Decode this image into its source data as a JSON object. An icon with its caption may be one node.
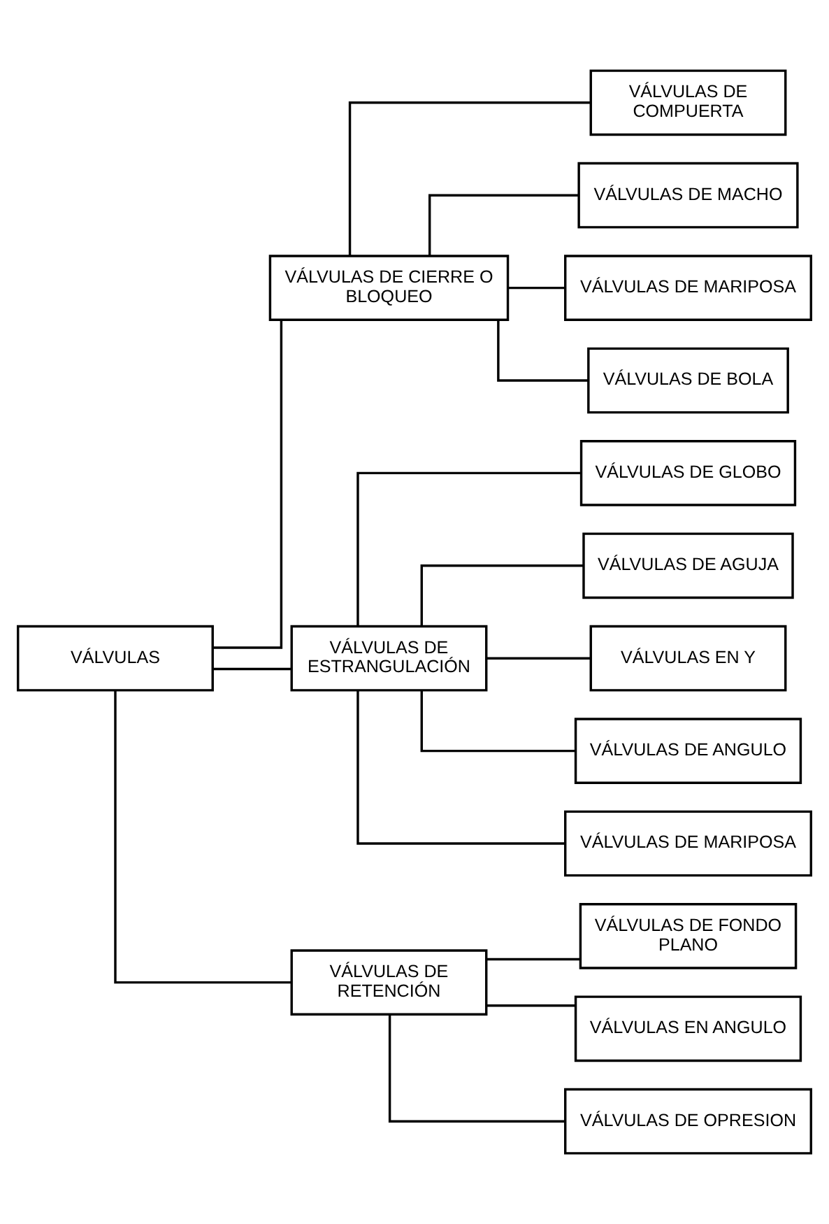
{
  "diagram": {
    "nodes": [
      {
        "text": [
          "VÁLVULAS"
        ]
      },
      {
        "text": [
          "VÁLVULAS DE CIERRE O BLOQUEO"
        ]
      },
      {
        "text": [
          "VÁLVULAS DE COMPUERTA"
        ]
      },
      {
        "text": [
          "VÁLVULAS DE MACHO"
        ]
      },
      {
        "text": [
          "VÁLVULAS DE MARIPOSA"
        ]
      },
      {
        "text": [
          "VÁLVULAS DE BOLA"
        ]
      },
      {
        "text": [
          "VÁLVULAS DE ESTRANGULACIÓN"
        ]
      },
      {
        "text": [
          "VÁLVULAS DE GLOBO"
        ]
      },
      {
        "text": [
          "VÁLVULAS DE AGUJA"
        ]
      },
      {
        "text": [
          "VÁLVULAS EN Y"
        ]
      },
      {
        "text": [
          "VÁLVULAS DE ANGULO"
        ]
      },
      {
        "text": [
          "VÁLVULAS DE MARIPOSA"
        ]
      },
      {
        "text": [
          "VÁLVULAS DE RETENCIÓN"
        ]
      },
      {
        "text": [
          "VÁLVULAS DE FONDO PLANO"
        ]
      },
      {
        "text": [
          "VÁLVULAS EN ANGULO"
        ]
      },
      {
        "text": [
          "VÁLVULAS DE OPRESION"
        ]
      }
    ],
    "edges": [
      {
        "from": 0,
        "to": 1,
        "arrow": "none"
      },
      {
        "from": 0,
        "to": 6,
        "arrow": "none"
      },
      {
        "from": 0,
        "to": 12,
        "arrow": "none"
      },
      {
        "from": 1,
        "to": 2,
        "arrow": "none"
      },
      {
        "from": 1,
        "to": 3,
        "arrow": "none"
      },
      {
        "from": 1,
        "to": 4,
        "arrow": "none"
      },
      {
        "from": 1,
        "to": 5,
        "arrow": "none"
      },
      {
        "from": 6,
        "to": 7,
        "arrow": "none"
      },
      {
        "from": 6,
        "to": 8,
        "arrow": "none"
      },
      {
        "from": 6,
        "to": 9,
        "arrow": "none"
      },
      {
        "from": 6,
        "to": 10,
        "arrow": "none"
      },
      {
        "from": 6,
        "to": 11,
        "arrow": "none"
      },
      {
        "from": 12,
        "to": 13,
        "arrow": "none"
      },
      {
        "from": 12,
        "to": 14,
        "arrow": "none"
      },
      {
        "from": 12,
        "to": 15,
        "arrow": "none"
      }
    ]
  }
}
